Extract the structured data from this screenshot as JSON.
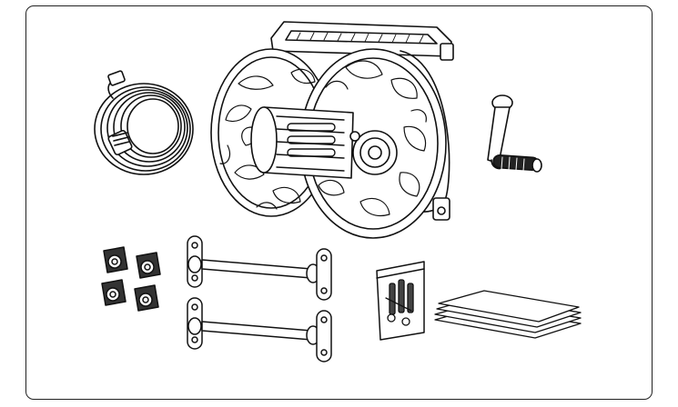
{
  "illustration": {
    "parts": [
      {
        "name": "hose"
      },
      {
        "name": "hose-reel"
      },
      {
        "name": "crank-handle"
      },
      {
        "name": "hose-guide-clips"
      },
      {
        "name": "wall-mount-brackets"
      },
      {
        "name": "hardware-bag"
      },
      {
        "name": "instruction-manual"
      }
    ],
    "colors": {
      "line": "#111111",
      "background": "#ffffff",
      "frame": "#222222"
    }
  }
}
